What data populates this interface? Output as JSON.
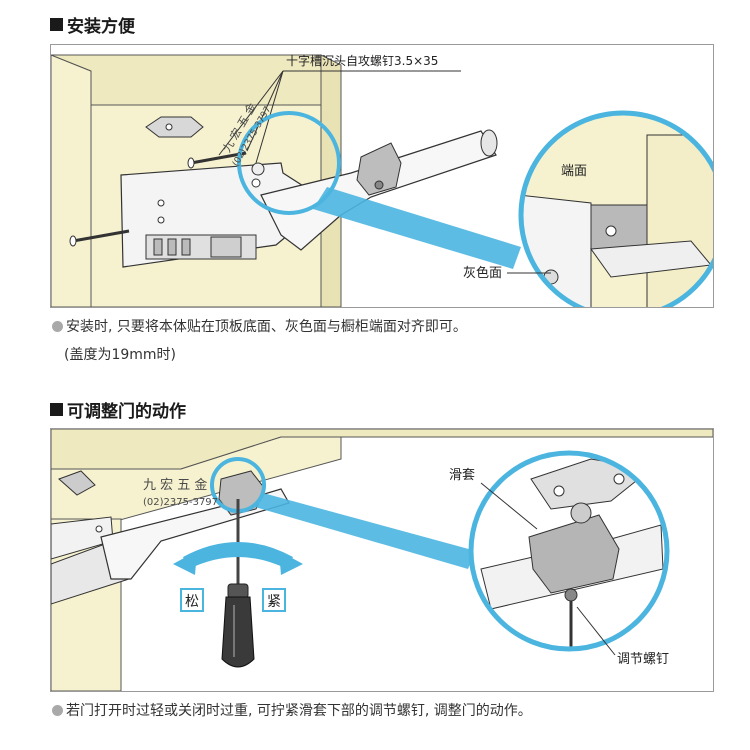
{
  "section1": {
    "title": "安装方便",
    "callout_screw": "十字槽沉头自攻螺钉3.5×35",
    "label_end_face": "端面",
    "label_gray_face": "灰色面",
    "note": "安装时, 只要将本体贴在顶板底面、灰色面与橱柜端面对齐即可。",
    "sub_note": "(盖度为19mm时)"
  },
  "section2": {
    "title": "可调整门的动作",
    "label_sleeve": "滑套",
    "label_loosen": "松",
    "label_tighten": "紧",
    "label_adjust_screw": "调节螺钉",
    "note": "若门打开时过轻或关闭时过重, 可拧紧滑套下部的调节螺钉, 调整门的动作。"
  },
  "watermark": {
    "line1": "九 宏 五 金",
    "line2": "(02)2375-3797"
  },
  "colors": {
    "cabinet": "#f6f2cf",
    "highlight": "#4bb5e0",
    "line": "#333333"
  }
}
